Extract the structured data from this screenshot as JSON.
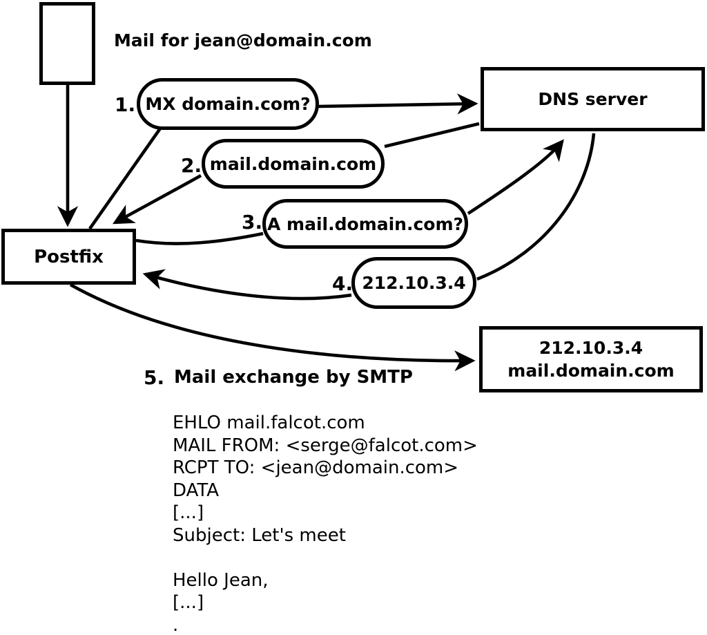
{
  "diagram": {
    "title_label": "Mail for jean@domain.com",
    "nodes": {
      "sender": "Postfix",
      "dns": "DNS server",
      "result_ip": "212.10.3.4",
      "result_host": "mail.domain.com"
    },
    "steps": [
      {
        "num": "1.",
        "label": "MX domain.com?"
      },
      {
        "num": "2.",
        "label": "mail.domain.com"
      },
      {
        "num": "3.",
        "label": "A mail.domain.com?"
      },
      {
        "num": "4.",
        "label": "212.10.3.4"
      },
      {
        "num": "5.",
        "label": "Mail exchange by SMTP"
      }
    ],
    "smtp_transcript": [
      "EHLO mail.falcot.com",
      "MAIL FROM: <serge@falcot.com>",
      "RCPT TO: <jean@domain.com>",
      "DATA",
      "[...]",
      "Subject: Let's meet",
      "",
      "Hello Jean,",
      "[...]",
      "."
    ],
    "colors": {
      "stroke": "#000000",
      "background": "#ffffff"
    }
  }
}
